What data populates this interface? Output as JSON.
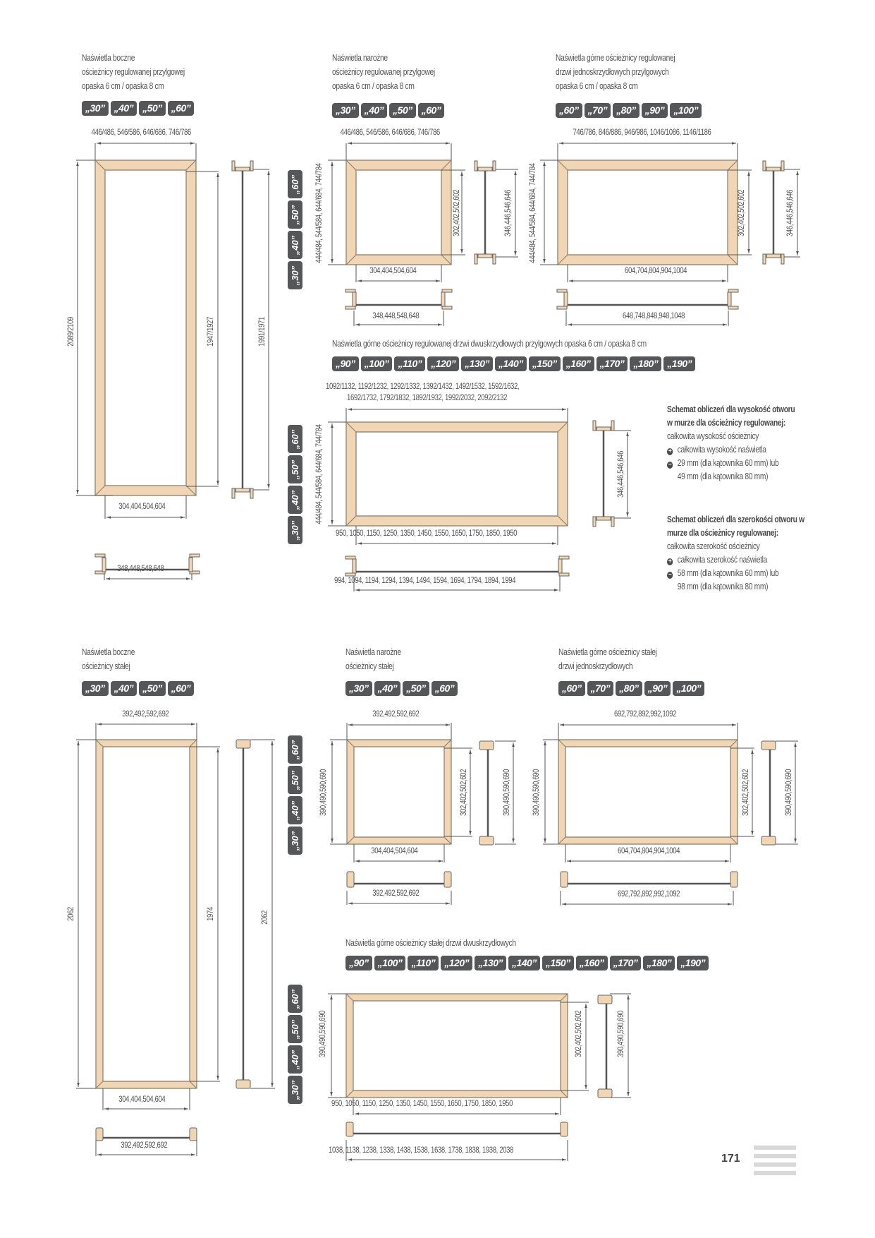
{
  "page_number": "171",
  "sections": {
    "s1": {
      "title": [
        "Naświetla boczne",
        "ościeżnicy regulowanej przylgowej",
        "opaska 6 cm / opaska 8 cm"
      ],
      "badges": [
        "„30”",
        "„40”",
        "„50”",
        "„60”"
      ],
      "dims": {
        "outer_width": "446/486, 546/586, 646/686, 746/786",
        "outer_height": "2089/2109",
        "inner_height": "1947/1927",
        "profile_height": "1991/1971",
        "inner_width": "304,404,504,604",
        "profile_width": "348,448,548,648"
      }
    },
    "s2": {
      "title": [
        "Naświetla narożne",
        "ościeżnicy regulowanej przylgowej",
        "opaska 6 cm / opaska 8 cm"
      ],
      "badges": [
        "„30”",
        "„40”",
        "„50”",
        "„60”"
      ],
      "vbadges": [
        "„30”",
        "„40”",
        "„50”",
        "„60”"
      ],
      "dims": {
        "outer_width": "446/486, 546/586, 646/686, 746/786",
        "outer_height": "444/484, 544/584, 644/684, 744/784",
        "inner_height": "302,402,502,602",
        "profile_height": "346,446,546,646",
        "inner_width": "304,404,504,604",
        "profile_width": "348,448,548,648"
      }
    },
    "s3": {
      "title": [
        "Naświetla górne ościeżnicy regulowanej",
        "drzwi jednoskrzydłowych przylgowych",
        "opaska 6 cm / opaska 8 cm"
      ],
      "badges": [
        "„60”",
        "„70”",
        "„80”",
        "„90”",
        "„100”"
      ],
      "dims": {
        "outer_width": "746/786, 846/886, 946/986, 1046/1086, 1146/1186",
        "outer_height": "444/484, 544/584, 644/684, 744/784",
        "inner_height": "302,402,502,602",
        "profile_height": "346,446,546,646",
        "inner_width": "604,704,804,904,1004",
        "profile_width": "648,748,848,948,1048"
      }
    },
    "s4": {
      "title": [
        "Naświetla górne ościeżnicy regulowanej drzwi dwuskrzydłowych przylgowych opaska 6 cm / opaska 8 cm"
      ],
      "badges": [
        "„90”",
        "„100”",
        "„110”",
        "„120”",
        "„130”",
        "„140”",
        "„150”",
        "„160”",
        "„170”",
        "„180”",
        "„190”"
      ],
      "vbadges": [
        "„30”",
        "„40”",
        "„50”",
        "„60”"
      ],
      "dims": {
        "outer_width_1": "1092/1132, 1192/1232, 1292/1332, 1392/1432, 1492/1532, 1592/1632,",
        "outer_width_2": "1692/1732, 1792/1832, 1892/1932, 1992/2032, 2092/2132",
        "outer_height": "444/484, 544/584, 644/684, 744/784",
        "profile_height": "346,446,546,646",
        "inner_width": "950, 1050, 1150, 1250, 1350, 1450, 1550, 1650, 1750, 1850, 1950",
        "profile_width": "994, 1094, 1194, 1294, 1394, 1494, 1594, 1694, 1794, 1894, 1994"
      }
    },
    "info": {
      "height": {
        "heading_1": "Schemat obliczeń dla wysokość otworu",
        "heading_2": "w murze dla ościeżnicy regulowanej:",
        "line": "całkowita wysokość ościeżnicy",
        "plus": "całkowita wysokość naświetla",
        "minus_1": "29 mm (dla kątownika 60 mm) lub",
        "minus_2": "49 mm (dla kątownika 80 mm)"
      },
      "width": {
        "heading_1": "Schemat obliczeń dla szerokości otworu w",
        "heading_2": "murze dla ościeżnicy regulowanej:",
        "line": "całkowita szerokość ościeżnicy",
        "plus": "całkowita szerokość naświetla",
        "minus_1": "58 mm (dla kątownika 60 mm) lub",
        "minus_2": "98 mm (dla kątownika 80 mm)"
      },
      "plus_symbol": "+",
      "minus_symbol": "−"
    },
    "s5": {
      "title": [
        "Naświetla boczne",
        "ościeżnicy stałej"
      ],
      "badges": [
        "„30”",
        "„40”",
        "„50”",
        "„60”"
      ],
      "dims": {
        "outer_width": "392,492,592,692",
        "outer_height": "2062",
        "inner_height": "1974",
        "profile_height": "2062",
        "inner_width": "304,404,504,604",
        "profile_width": "392,492,592,692"
      }
    },
    "s6": {
      "title": [
        "Naświetla narożne",
        "ościeżnicy stałej"
      ],
      "badges": [
        "„30”",
        "„40”",
        "„50”",
        "„60”"
      ],
      "vbadges": [
        "„30”",
        "„40”",
        "„50”",
        "„60”"
      ],
      "dims": {
        "outer_width": "392,492,592,692",
        "outer_height": "390,490,590,690",
        "inner_height": "302,402,502,602",
        "profile_height": "390,490,590,690",
        "inner_width": "304,404,504,604",
        "profile_width": "392,492,592,692"
      }
    },
    "s7": {
      "title": [
        "Naświetla górne ościeżnicy stałej",
        "drzwi jednoskrzydłowych"
      ],
      "badges": [
        "„60”",
        "„70”",
        "„80”",
        "„90”",
        "„100”"
      ],
      "dims": {
        "outer_width": "692,792,892,992,1092",
        "outer_height": "390,490,590,690",
        "inner_height": "302,402,502,602",
        "profile_height": "390,490,590,690",
        "inner_width": "604,704,804,904,1004",
        "profile_width": "692,792,892,992,1092"
      }
    },
    "s8": {
      "title": [
        "Naświetla górne ościeżnicy stałej drzwi dwuskrzydłowych"
      ],
      "badges": [
        "„90”",
        "„100”",
        "„110”",
        "„120”",
        "„130”",
        "„140”",
        "„150”",
        "„160”",
        "„170”",
        "„180”",
        "„190”"
      ],
      "vbadges": [
        "„30”",
        "„40”",
        "„50”",
        "„60”"
      ],
      "dims": {
        "outer_height": "390,490,590,690",
        "inner_height": "302,402,502,602",
        "profile_height": "390,490,590,690",
        "inner_width": "950, 1050, 1150, 1250, 1350, 1450, 1550, 1650, 1750, 1850, 1950",
        "profile_width": "1038, 1138, 1238, 1338, 1438, 1538, 1638, 1738, 1838, 1938, 2038"
      }
    }
  },
  "colors": {
    "frame_fill": "#f0d6b4",
    "frame_stroke": "#8a7a68",
    "badge_bg": "#555658",
    "dim_line": "#555555"
  }
}
